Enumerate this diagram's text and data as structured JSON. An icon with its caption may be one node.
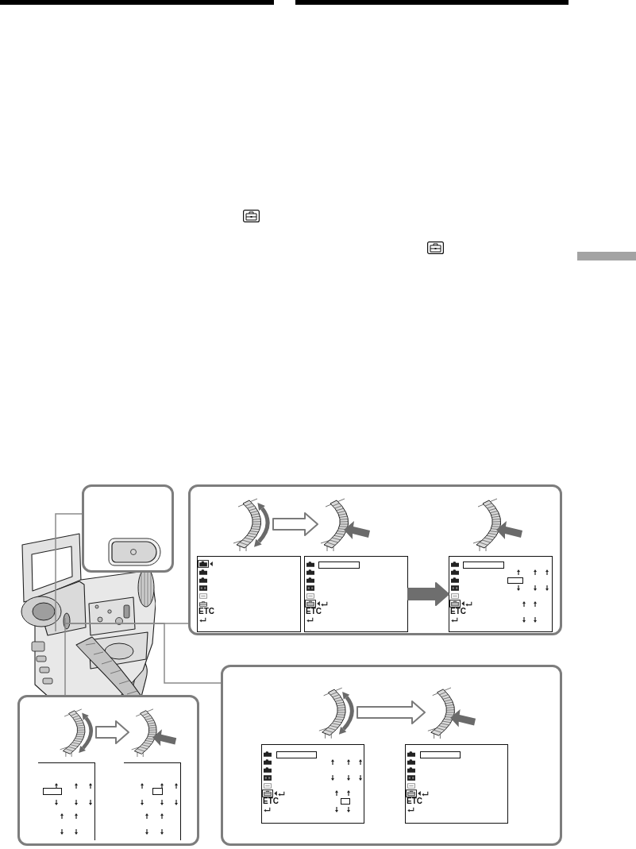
{
  "diagram": {
    "nodes": [
      {
        "text": [],
        "shape": "box"
      },
      {
        "text": [],
        "shape": "box"
      },
      {
        "text": [],
        "shape": "picture",
        "in": 1
      },
      {
        "text": [],
        "shape": "picture",
        "in": 1
      },
      {
        "text": [],
        "shape": "picture",
        "in": 1
      },
      {
        "text": [
          "ETC"
        ],
        "in": 1
      },
      {
        "text": [
          "ETC"
        ],
        "in": 1
      },
      {
        "text": [
          "ETC"
        ],
        "in": 1
      },
      {
        "text": [],
        "shape": "box"
      },
      {
        "text": [],
        "shape": "picture",
        "in": 8
      },
      {
        "text": [],
        "shape": "picture",
        "in": 8
      },
      {
        "text": [
          "ETC"
        ],
        "in": 8
      },
      {
        "text": [
          "ETC"
        ],
        "in": 8
      },
      {
        "text": [],
        "shape": "box"
      },
      {
        "text": [],
        "shape": "picture",
        "in": 13
      },
      {
        "text": [],
        "shape": "picture",
        "in": 13
      },
      {
        "text": [],
        "shape": "box",
        "in": 13
      },
      {
        "text": [],
        "shape": "box",
        "in": 13
      }
    ],
    "edges": [
      {
        "from": null,
        "to": 0,
        "arrow": "none"
      },
      {
        "from": null,
        "to": 1,
        "arrow": "none"
      },
      {
        "from": null,
        "to": 8,
        "arrow": "none"
      },
      {
        "from": null,
        "to": 13,
        "arrow": "none"
      },
      {
        "from": 2,
        "to": 3,
        "arrow": "to",
        "style": "thick"
      },
      {
        "from": 6,
        "to": 7,
        "arrow": "to",
        "style": "thick",
        "color": "#6e6e6e"
      },
      {
        "from": 9,
        "to": 10,
        "arrow": "to",
        "style": "thick"
      },
      {
        "from": 14,
        "to": 15,
        "arrow": "to",
        "style": "thick"
      }
    ]
  }
}
